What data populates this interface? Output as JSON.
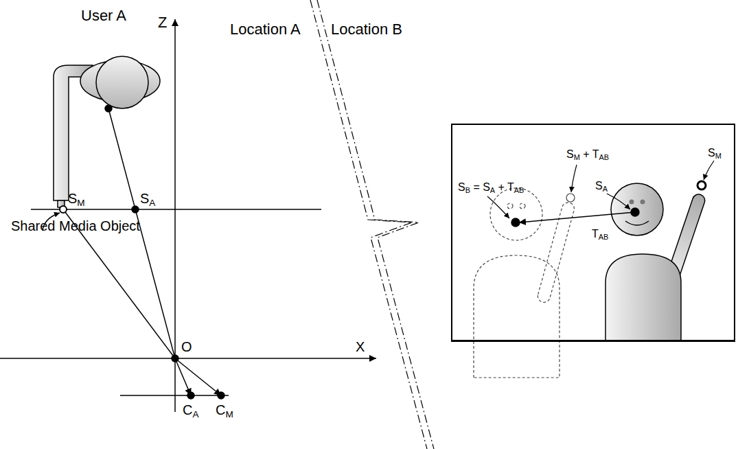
{
  "diagram": {
    "nodes": [
      {
        "text": [
          "SM + TAB",
          "SB = SA + TAB",
          "SA",
          "SM",
          "TAB"
        ]
      }
    ],
    "labels": [
      "User A",
      "Z",
      "Location A",
      "Location B",
      "SM",
      "SA",
      "Shared Media Object",
      "O",
      "X",
      "CA",
      "CM"
    ]
  }
}
